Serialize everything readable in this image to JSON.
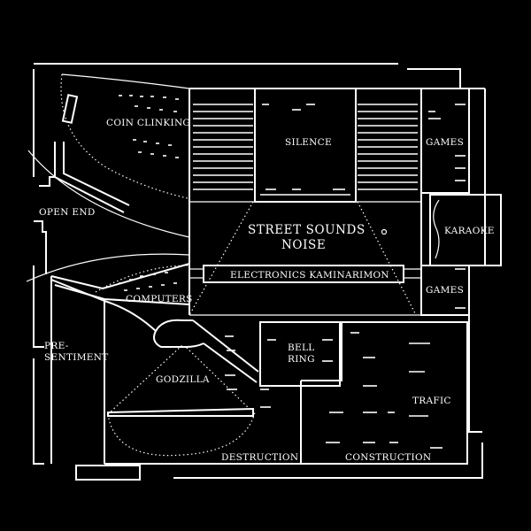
{
  "labels": {
    "coin_clinking": "COIN CLINKING",
    "silence": "SILENCE",
    "games_top": "GAMES",
    "open_end": "OPEN END",
    "street_sounds": "STREET SOUNDS",
    "noise": "NOISE",
    "karaoke": "KARAOKE",
    "electronics": "ELECTRONICS KAMINARIMON",
    "games_bottom": "GAMES",
    "computers": "COMPUTERS",
    "pre": "PRE-",
    "sentiment": "SENTIMENT",
    "bell": "BELL",
    "ring": "RING",
    "godzilla": "GODZILLA",
    "trafic": "TRAFIC",
    "destruction": "DESTRUCTION",
    "construction": "CONSTRUCTION"
  },
  "colors": {
    "background": "#000000",
    "lines": "#ffffff"
  }
}
